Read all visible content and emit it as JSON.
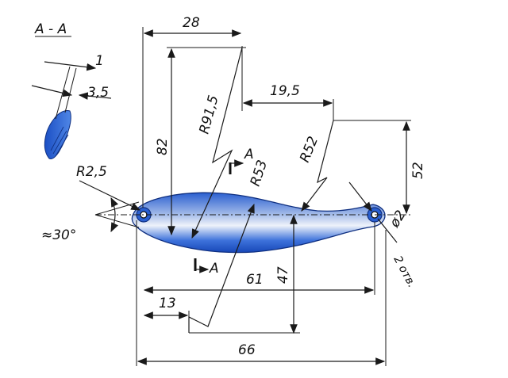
{
  "drawing": {
    "section_title": "A - A",
    "section_marks": [
      "A",
      "A"
    ],
    "dimensions": {
      "overall_length": "66",
      "hole_distance": "61",
      "top_width": "28",
      "top_offset": "19,5",
      "left_offset": "13",
      "height_left": "82",
      "height_right": "52",
      "depth": "47",
      "radius_large": "R91,5",
      "radius_mid": "R53",
      "radius_right": "R52",
      "tip_radius": "R2,5",
      "tip_angle": "≈30°",
      "hole_diameter": "ø2",
      "hole_count": "2 отв.",
      "section_thickness": "1",
      "section_width": "3,5"
    },
    "colors": {
      "body_fill": "#1f63d8",
      "body_highlight": "#e9eef7",
      "line": "#1a1a1a"
    }
  }
}
